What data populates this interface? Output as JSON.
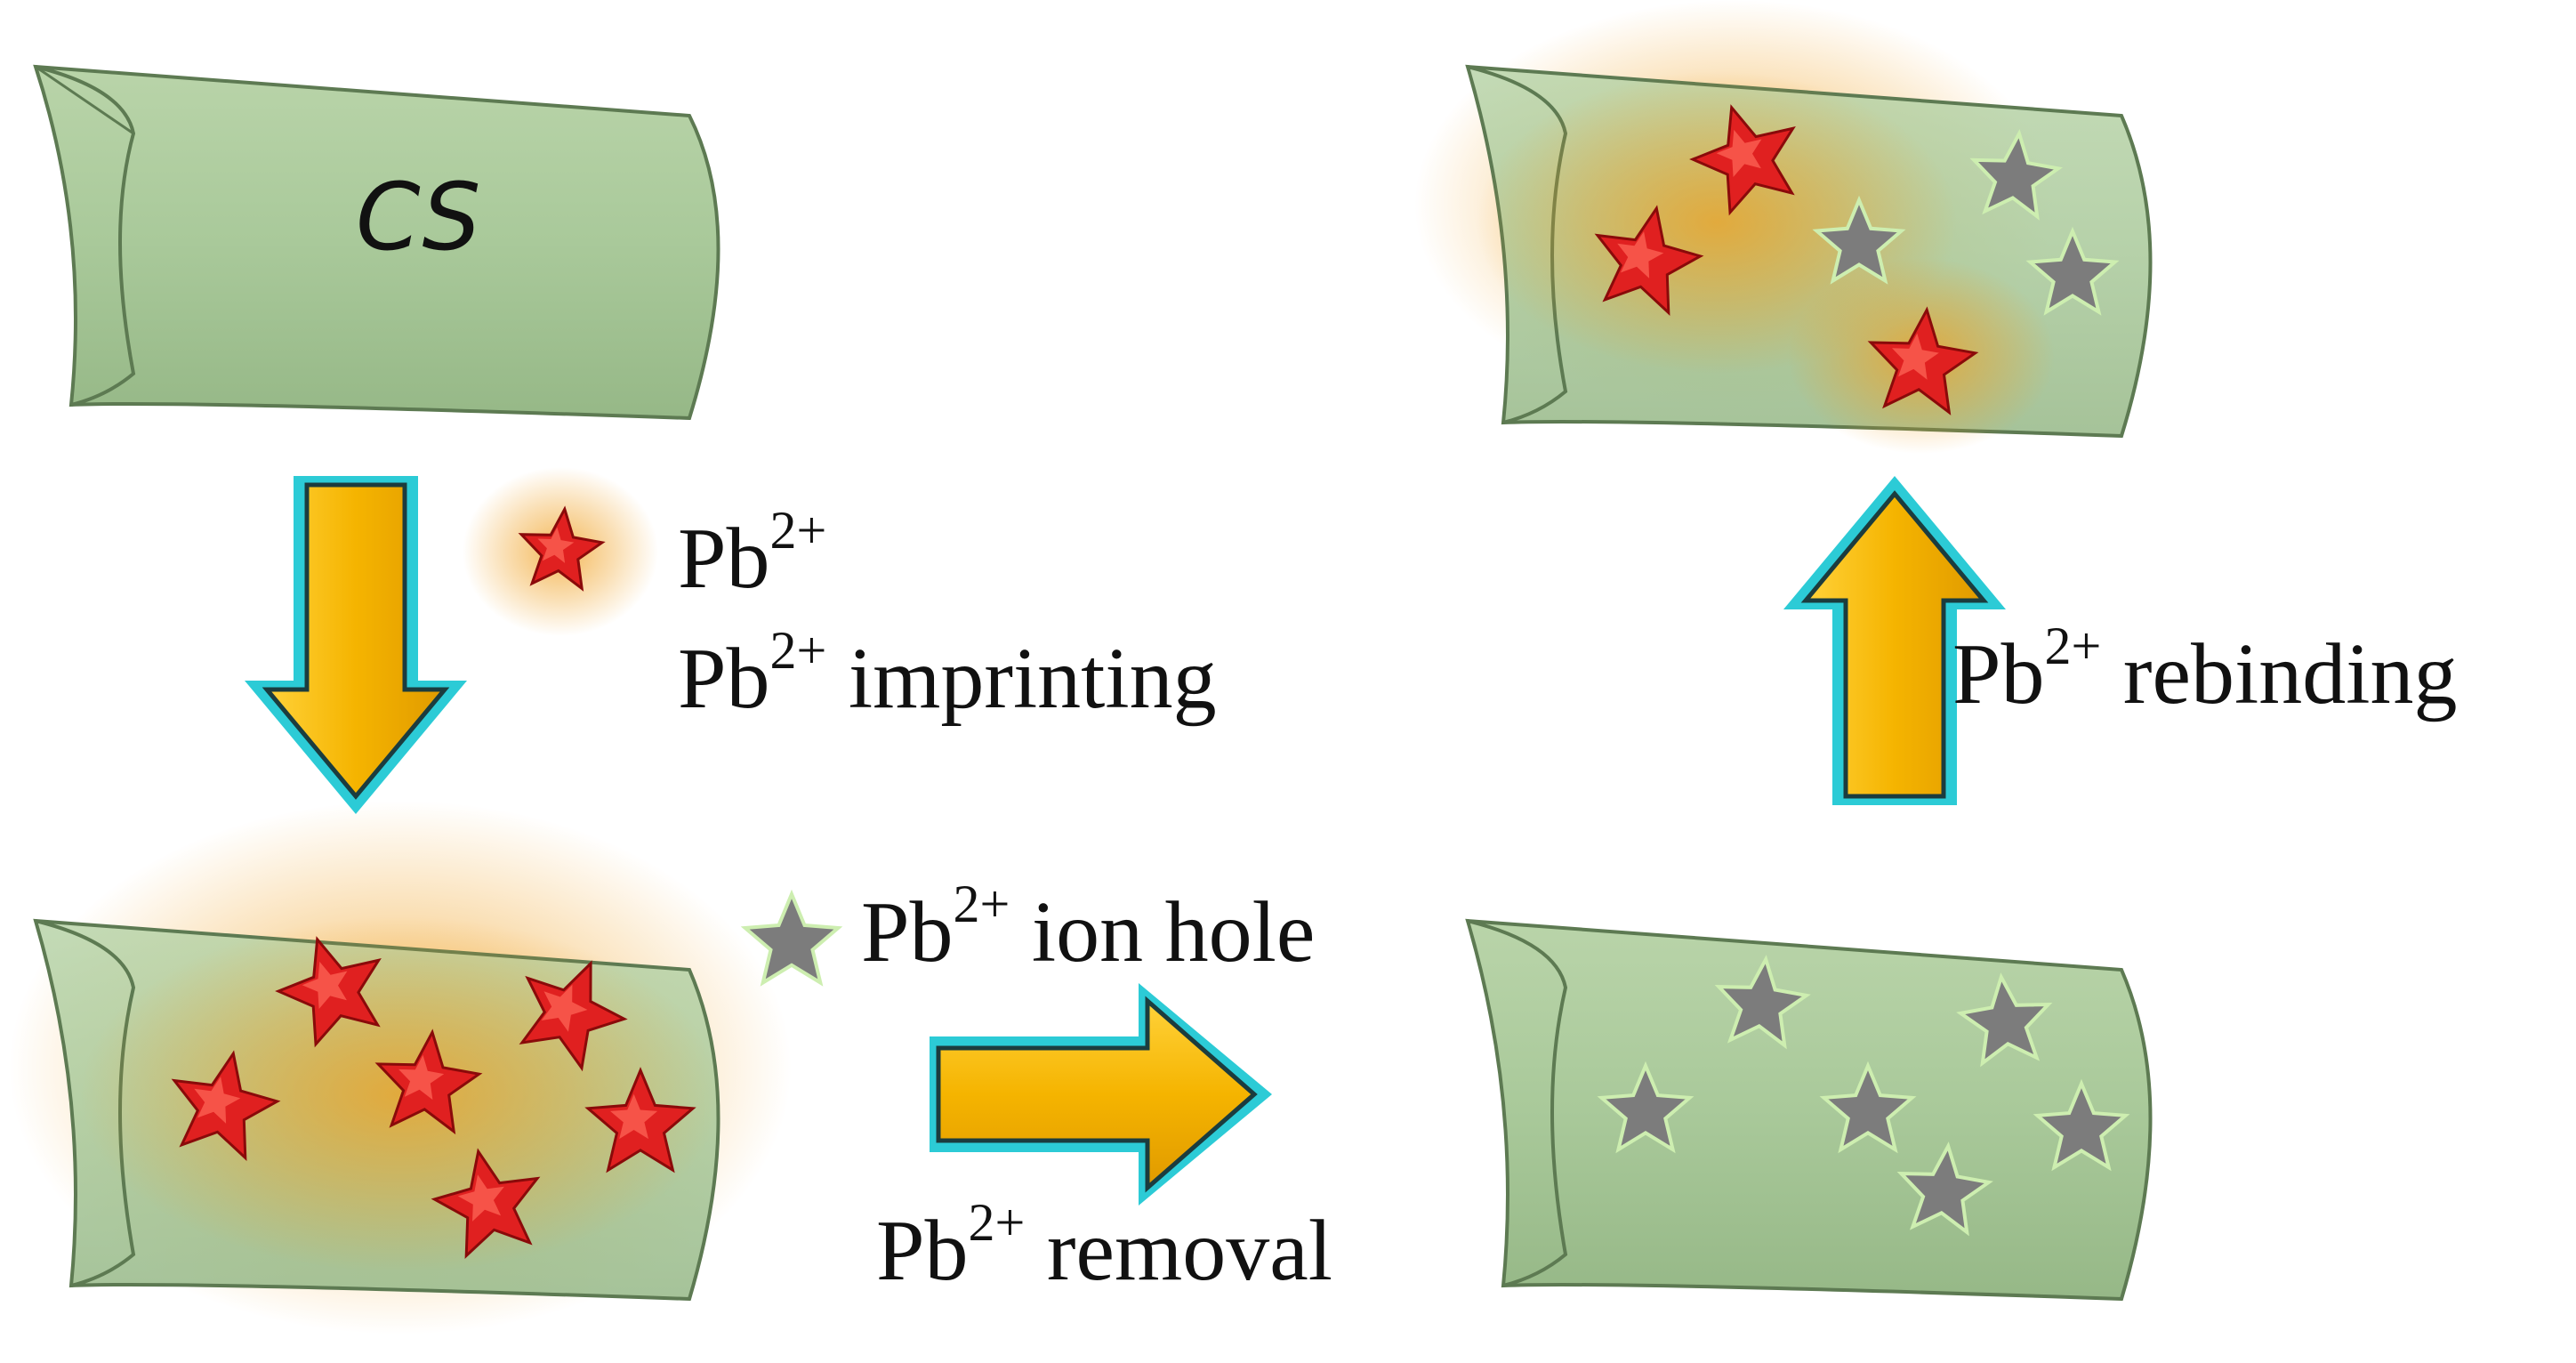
{
  "substrate_label": "CS",
  "legend": {
    "ion": {
      "base": "Pb",
      "charge": "2+"
    },
    "hole": {
      "base": "Pb",
      "charge": "2+",
      "suffix": " ion hole"
    }
  },
  "steps": {
    "imprinting": {
      "base": "Pb",
      "charge": "2+",
      "suffix": " imprinting"
    },
    "removal": {
      "base": "Pb",
      "charge": "2+",
      "suffix": " removal"
    },
    "rebinding": {
      "base": "Pb",
      "charge": "2+",
      "suffix": " rebinding"
    }
  },
  "colors": {
    "tube_fill": "#a9c99a",
    "tube_stroke": "#5d7a52",
    "arrow_fill": "#f5b400",
    "arrow_edge": "#2ccbd6",
    "ion_star": "#e02020",
    "hole_star": "#7c7c7c",
    "glow": "#f0a020"
  }
}
